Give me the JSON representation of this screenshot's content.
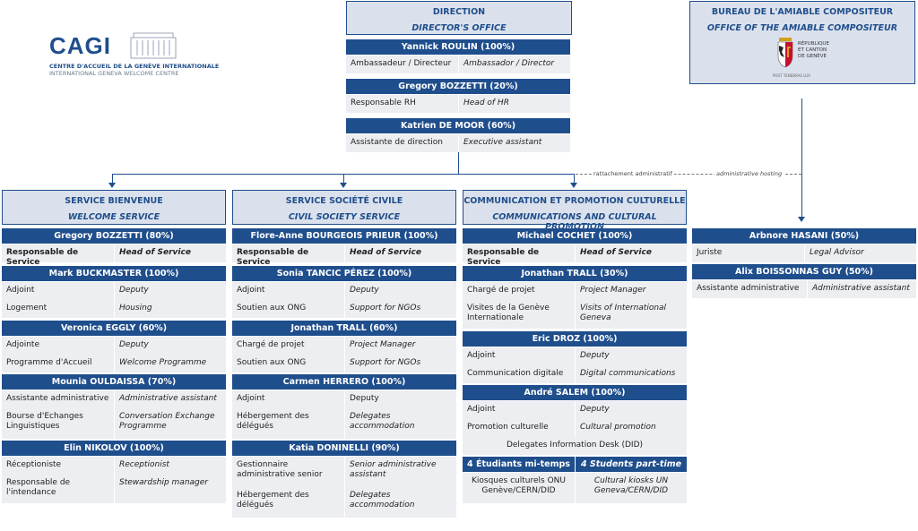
{
  "logo": {
    "acronym": "CAGI",
    "line1": "CENTRE D'ACCUEIL DE LA GENÈVE INTERNATIONALE",
    "line2": "INTERNATIONAL GENEVA WELCOME CENTRE"
  },
  "director": {
    "fr": "DIRECTION",
    "en": "DIRECTOR'S OFFICE",
    "staff": [
      {
        "name": "Yannick ROULIN (100%)",
        "fr": "Ambassadeur / Directeur",
        "en": "Ambassador / Director"
      },
      {
        "name": "Gregory BOZZETTI (20%)",
        "fr": "Responsable RH",
        "en": "Head of HR"
      },
      {
        "name": "Katrien DE MOOR (60%)",
        "fr": "Assistante de direction",
        "en": "Executive assistant"
      }
    ]
  },
  "bureau": {
    "fr": "BUREAU DE L'AMIABLE  COMPOSITEUR",
    "en": "OFFICE OF THE AMIABLE COMPOSITEUR",
    "canton": [
      "RÉPUBLIQUE",
      "ET CANTON",
      "DE GENÈVE"
    ],
    "motto": "POST TENEBRAS LUX"
  },
  "links": {
    "fr": "rattachement administratif",
    "en": "administrative hosting"
  },
  "welcome": {
    "fr": "SERVICE BIENVENUE",
    "en": "WELCOME SERVICE",
    "n1": "Gregory BOZZETTI (80%)",
    "r1": [
      "Responsable de Service",
      "Head of Service"
    ],
    "n2": "Mark BUCKMASTER (100%)",
    "r2": [
      "Adjoint",
      "Deputy"
    ],
    "r3": [
      "Logement",
      "Housing"
    ],
    "n3": "Veronica EGGLY (60%)",
    "r4": [
      "Adjointe",
      "Deputy"
    ],
    "r5": [
      "Programme d'Accueil",
      "Welcome Programme"
    ],
    "n4": "Mounia OULDAISSA (70%)",
    "r6": [
      "Assistante administrative",
      "Administrative assistant"
    ],
    "r7": [
      "Bourse d'Echanges Linguistiques",
      "Conversation Exchange Programme"
    ],
    "n5": "Elin NIKOLOV (100%)",
    "r8": [
      "Réceptioniste",
      "Receptionist"
    ],
    "r9": [
      "Responsable de l'intendance",
      "Stewardship manager"
    ]
  },
  "civil": {
    "fr": "SERVICE SOCIÉTÉ CIVILE",
    "en": "CIVIL SOCIETY SERVICE",
    "n1": "Flore-Anne BOURGEOIS PRIEUR (100%)",
    "r1": [
      "Responsable de Service",
      "Head of Service"
    ],
    "n2": "Sonia TANCIC PÉREZ (100%)",
    "r2": [
      "Adjoint",
      "Deputy"
    ],
    "r3": [
      "Soutien aux ONG",
      "Support for NGOs"
    ],
    "n3": "Jonathan TRALL (60%)",
    "r4": [
      "Chargé de projet",
      "Project Manager"
    ],
    "r5": [
      "Soutien aux ONG",
      "Support for NGOs"
    ],
    "n4": "Carmen HERRERO (100%)",
    "r6": [
      "Adjoint",
      "Deputy"
    ],
    "r7": [
      "Hébergement des délégués",
      "Delegates accommodation"
    ],
    "n5": "Katia DONINELLI (90%)",
    "r8": [
      "Gestionnaire administrative senior",
      "Senior administrative assistant"
    ],
    "r9": [
      "Hébergement des délégués",
      "Delegates accommodation"
    ]
  },
  "comms": {
    "fr": "COMMUNICATION ET PROMOTION CULTURELLE",
    "en": "COMMUNICATIONS AND CULTURAL PROMOTION",
    "n1": "Michael COCHET (100%)",
    "r1": [
      "Responsable de Service",
      "Head of Service"
    ],
    "n2": "Jonathan TRALL (30%)",
    "r2": [
      "Chargé de projet",
      "Project Manager"
    ],
    "r3": [
      "Visites de la Genève Internationale",
      "Visits of International Geneva"
    ],
    "n3": "Eric DROZ (100%)",
    "r4": [
      "Adjoint",
      "Deputy"
    ],
    "r5": [
      "Communication digitale",
      "Digital communications"
    ],
    "n4": "André SALEM (100%)",
    "r6": [
      "Adjoint",
      "Deputy"
    ],
    "r7": [
      "Promotion culturelle",
      "Cultural promotion"
    ],
    "did": "Delegates Information Desk (DID)",
    "students": [
      "4 Étudiants mi-temps",
      "4 Students part-time"
    ],
    "r8": [
      "Kiosques culturels ONU Genève/CERN/DID",
      "Cultural kiosks UN Geneva/CERN/DID"
    ]
  },
  "amiable": {
    "n1": "Arbnore HASANI (50%)",
    "r1": [
      "Juriste",
      "Legal Advisor"
    ],
    "n2": "Alix BOISSONNAS GUY (50%)",
    "r2": [
      "Assistante administrative",
      "Administrative assistant"
    ]
  },
  "colors": {
    "primary": "#1f4e8c",
    "header_bg": "#dbe1ec",
    "row_bg": "#eceef2"
  }
}
